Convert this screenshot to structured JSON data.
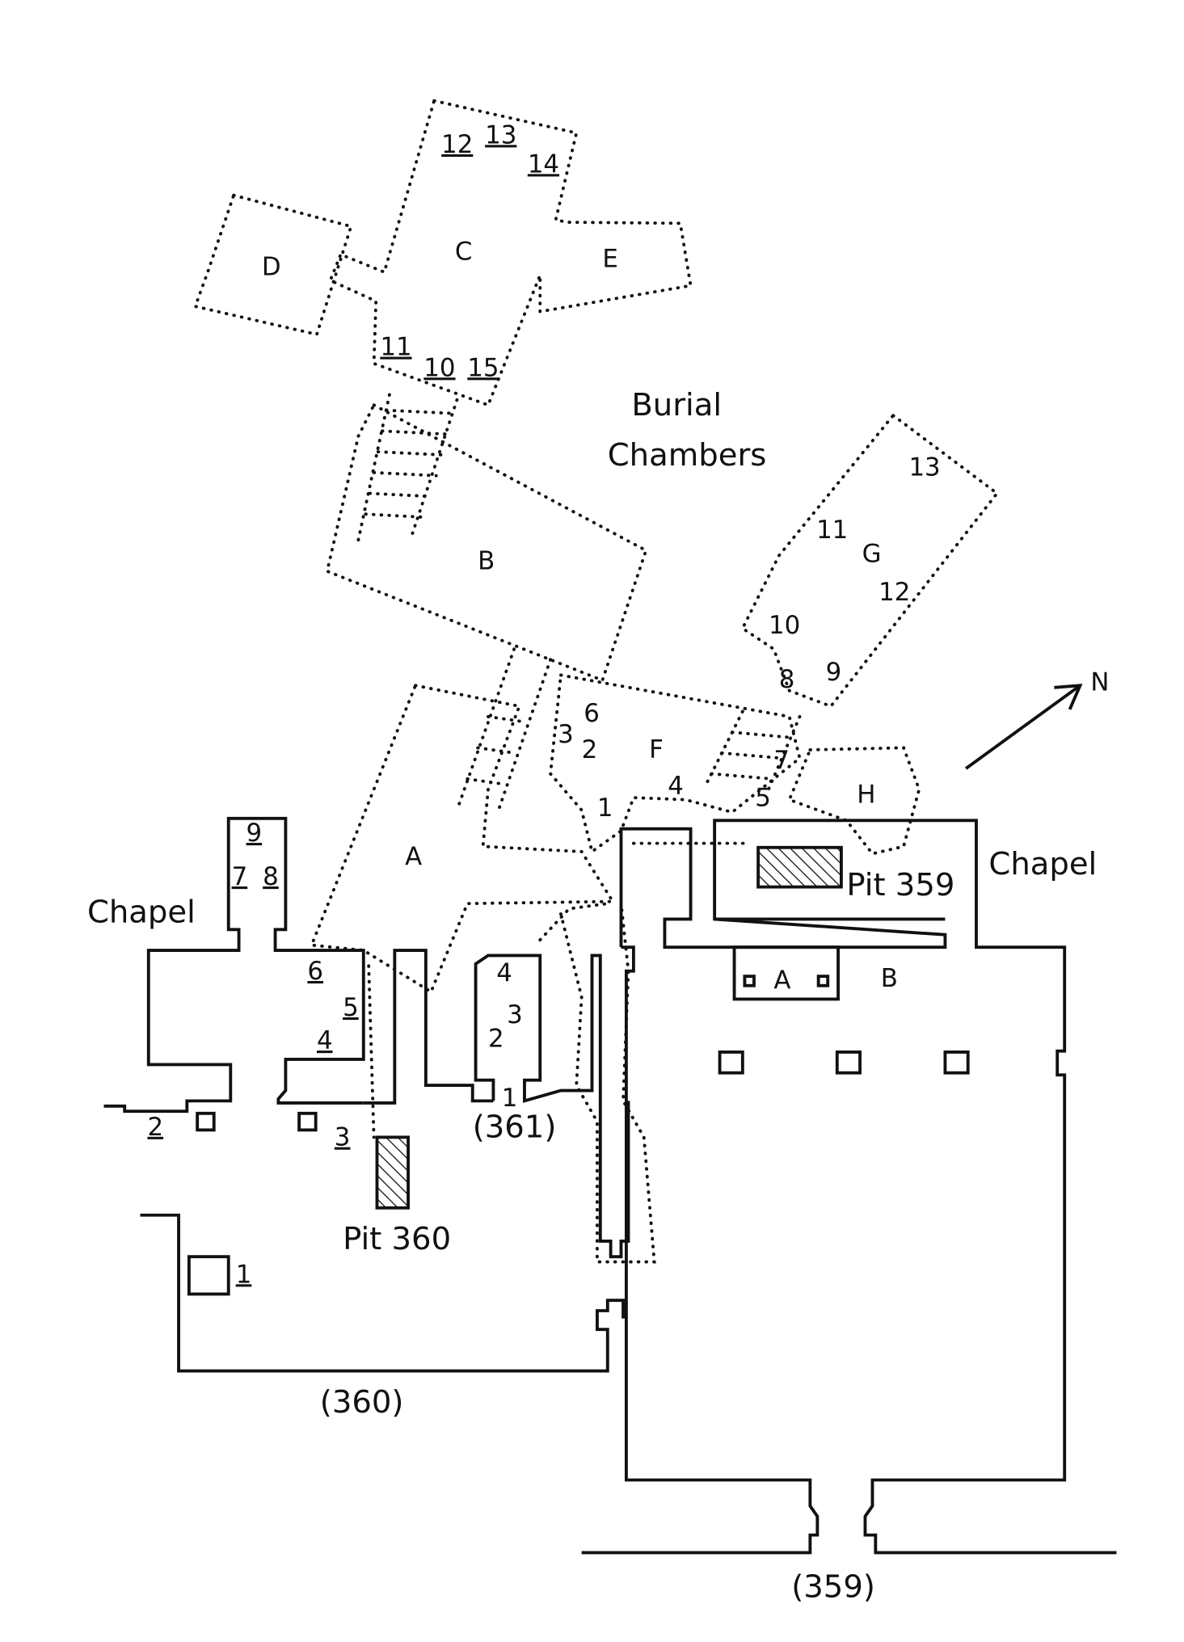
{
  "title_labels": {
    "burial_1": "Burial",
    "burial_2": "Chambers",
    "chapel_left": "Chapel",
    "chapel_right": "Chapel"
  },
  "tomb_numbers": {
    "t359": "(359)",
    "t360": "(360)",
    "t361": "(361)"
  },
  "pits": {
    "p359": "Pit 359",
    "p360": "Pit 360"
  },
  "north": "N",
  "rooms": {
    "A": "A",
    "B": "B",
    "C": "C",
    "D": "D",
    "E": "E",
    "F": "F",
    "G": "G",
    "H": "H",
    "chapelA": "A",
    "chapelB": "B"
  },
  "numbers": {
    "c12": "12",
    "c13": "13",
    "c14": "14",
    "c11": "11",
    "c10": "10",
    "c15": "15",
    "g13": "13",
    "g11": "11",
    "g12": "12",
    "g10": "10",
    "g8": "8",
    "g9": "9",
    "g7": "7",
    "g5": "5",
    "f6": "6",
    "f3": "3",
    "f2": "2",
    "f1": "1",
    "f4": "4",
    "l9": "9",
    "l7": "7",
    "l8": "8",
    "l6": "6",
    "l5": "5",
    "l4": "4",
    "l2": "2",
    "l3": "3",
    "l1": "1",
    "m4": "4",
    "m3": "3",
    "m2": "2",
    "m1": "1"
  },
  "colors": {
    "ink": "#111111",
    "paper": "#ffffff"
  }
}
